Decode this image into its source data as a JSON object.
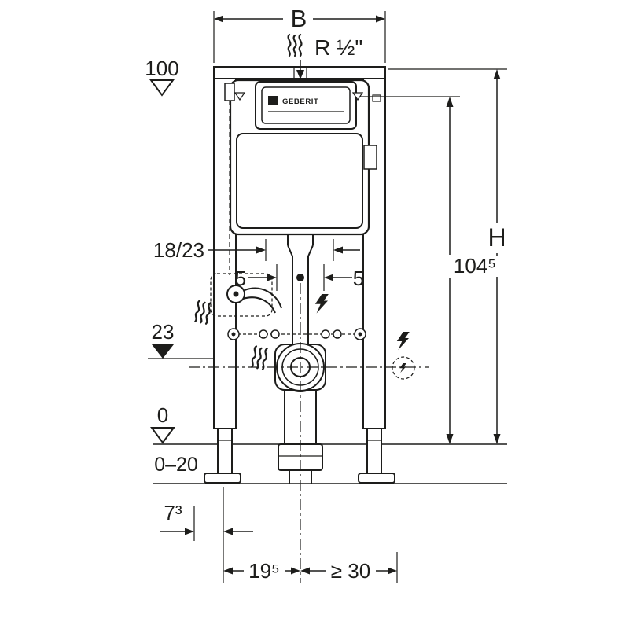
{
  "diagram": {
    "type": "technical-installation-drawing",
    "labels": {
      "width_top": "B",
      "water_connection": "R ½\"",
      "level_100": "100",
      "height_total": "H",
      "height_flush_plate": "104⁵",
      "depth_options": "18/23",
      "offset_left": "5",
      "offset_right": "5",
      "level_outlet": "23",
      "level_zero": "0",
      "floor_thickness_range": "0–20",
      "dim_foot": "7³",
      "dim_outlet_front": "19⁵",
      "dim_min_clearance": "≥ 30",
      "brand": "GEBERIT"
    },
    "colors": {
      "line": "#1d1d1b",
      "background": "#ffffff"
    },
    "icons": {
      "water": "water-squiggle-icon",
      "electric": "lightning-icon",
      "level_open": "level-triangle-open-icon",
      "level_filled": "level-triangle-filled-icon",
      "dashed_electric_outlet": "dashed-circle-icon"
    }
  }
}
